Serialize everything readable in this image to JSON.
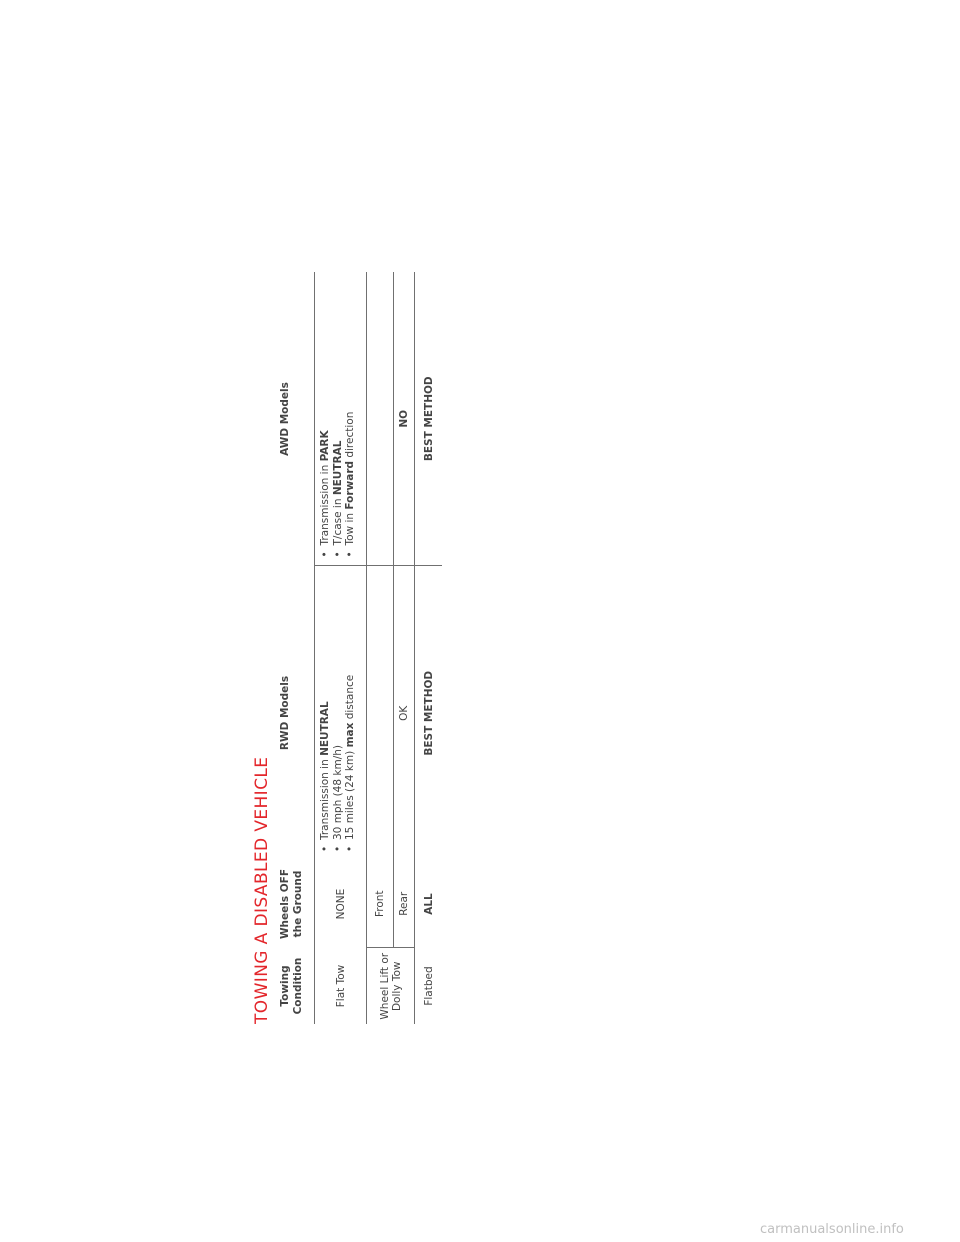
{
  "title": "TOWING A DISABLED VEHICLE",
  "table": {
    "headers": {
      "condition": "Towing Condition",
      "wheels": "Wheels OFF the Ground",
      "rwd": "RWD Models",
      "awd": "AWD Models"
    },
    "flat_tow": {
      "condition": "Flat Tow",
      "wheels": "NONE",
      "rwd": [
        [
          "Transmission in ",
          "NEUTRAL",
          ""
        ],
        [
          "30 mph (48 km/h)",
          "",
          ""
        ],
        [
          "15 miles (24 km) ",
          "max",
          " distance"
        ]
      ],
      "awd": [
        [
          "Transmission in ",
          "PARK",
          ""
        ],
        [
          "T/case in ",
          "NEUTRAL",
          ""
        ],
        [
          "Tow in ",
          "Forward",
          " direction"
        ]
      ]
    },
    "wheel_lift": {
      "condition": "Wheel Lift or Dolly Tow",
      "front_wheels": "Front",
      "rear_wheels": "Rear",
      "rwd_rear": "OK",
      "awd_rear": "NO"
    },
    "flatbed": {
      "condition": "Flatbed",
      "wheels": "ALL",
      "rwd": "BEST METHOD",
      "awd": "BEST METHOD"
    }
  },
  "footer": "carmanualsonline.info"
}
